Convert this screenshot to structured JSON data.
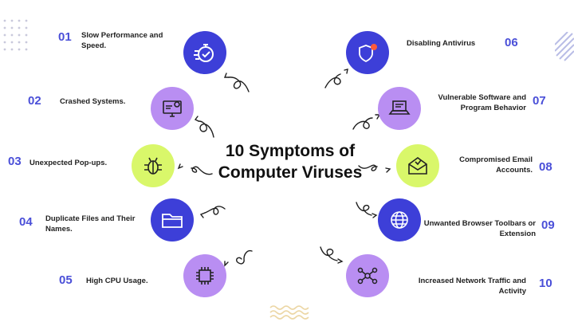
{
  "title": "10 Symptoms of Computer Viruses",
  "colors": {
    "accent_blue": "#3d3fd8",
    "accent_violet": "#b98ef2",
    "accent_lime": "#d9f76a",
    "number_color": "#4a4fd8"
  },
  "items": [
    {
      "number": "01",
      "label": "Slow Performance and Speed.",
      "icon": "timer-check-icon"
    },
    {
      "number": "02",
      "label": "Crashed Systems.",
      "icon": "monitor-gear-icon"
    },
    {
      "number": "03",
      "label": "Unexpected Pop-ups.",
      "icon": "bug-icon"
    },
    {
      "number": "04",
      "label": "Duplicate Files and Their Names.",
      "icon": "folder-icon"
    },
    {
      "number": "05",
      "label": "High CPU Usage.",
      "icon": "cpu-chip-icon"
    },
    {
      "number": "06",
      "label": "Disabling Antivirus",
      "icon": "shield-alert-icon"
    },
    {
      "number": "07",
      "label": "Vulnerable Software and Program Behavior",
      "icon": "laptop-code-icon"
    },
    {
      "number": "08",
      "label": "Compromised Email Accounts.",
      "icon": "envelope-icon"
    },
    {
      "number": "09",
      "label": "Unwanted Browser Toolbars or Extension",
      "icon": "globe-icon"
    },
    {
      "number": "10",
      "label": "Increased Network Traffic and Activity",
      "icon": "network-icon"
    }
  ]
}
